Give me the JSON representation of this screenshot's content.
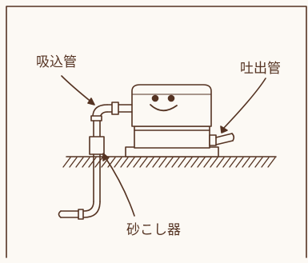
{
  "labels": {
    "suction_pipe": "吸込管",
    "discharge_pipe": "吐出管",
    "strainer": "砂こし器"
  },
  "colors": {
    "line": "#553322",
    "background": "#fcf9f4"
  }
}
